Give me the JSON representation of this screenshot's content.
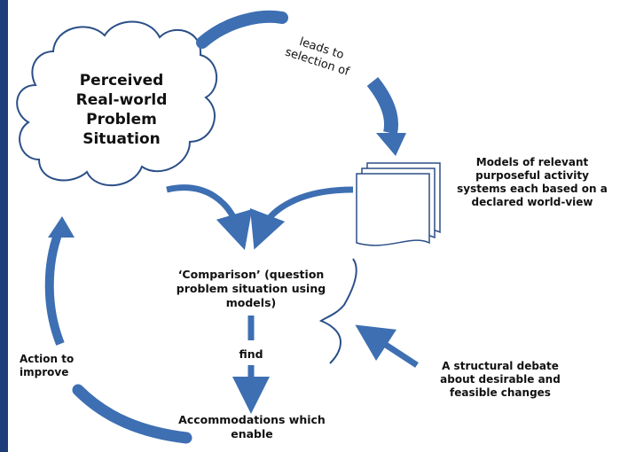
{
  "diagram": {
    "cloud_label": [
      "Perceived",
      "Real-world",
      "Problem",
      "Situation"
    ],
    "leads_to": [
      "leads to",
      "selection of"
    ],
    "models_label": [
      "Models of relevant",
      "purposeful activity",
      "systems each based on a",
      "declared world-view"
    ],
    "comparison_label": [
      "‘Comparison’ (question",
      "problem situation using",
      "models)"
    ],
    "find_label": "find",
    "accommodations_label": [
      "Accommodations which",
      "enable"
    ],
    "action_label": [
      "Action to",
      "improve"
    ],
    "debate_label": [
      "A structural debate",
      "about desirable and",
      "feasible changes"
    ]
  },
  "colors": {
    "left_bar": "#1c3c7a",
    "arrow": "#3d6fb2",
    "outline": "#2b4f88"
  }
}
